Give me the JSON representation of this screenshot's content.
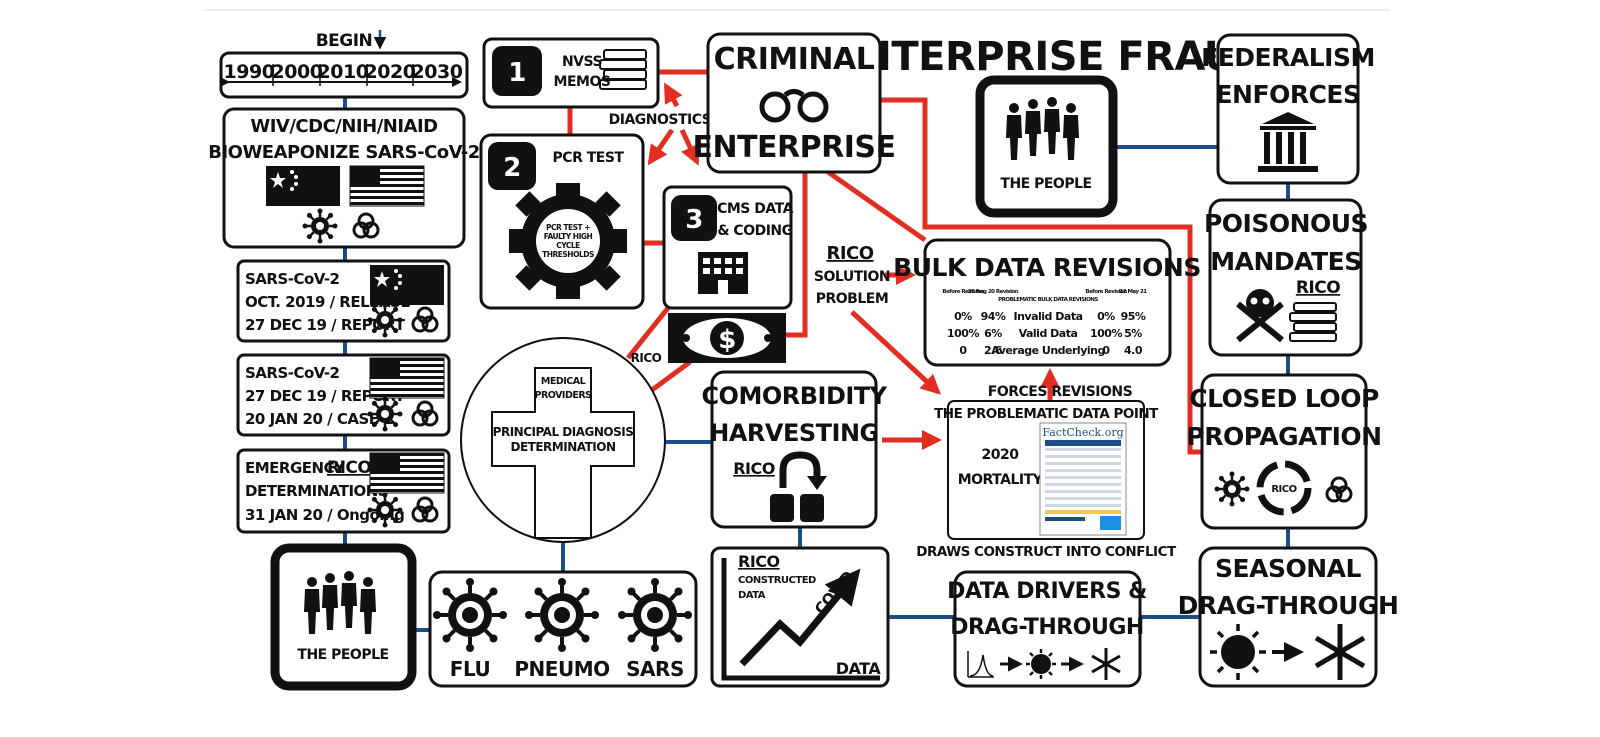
{
  "title": "ENTERPRISE FRAUD",
  "timeline": {
    "begin_label": "BEGIN",
    "years": [
      "1990",
      "2000",
      "2010",
      "2020",
      "2030"
    ]
  },
  "left_column": {
    "weaponize": {
      "line1": "WIV/CDC/NIH/NIAID",
      "line2": "BIOWEAPONIZE SARS-CoV-2"
    },
    "china_card": {
      "line1": "SARS-CoV-2",
      "line2": "OCT. 2019 / RELEASE",
      "line3": "27 DEC 19 / REPORT"
    },
    "usa_card": {
      "line1": "SARS-CoV-2",
      "line2": "27 DEC 19 / REPORT",
      "line3": "20 JAN 20 / CASE 1"
    },
    "emergency_card": {
      "line1": "EMERGENCY",
      "rico": "RICO",
      "line2": "DETERMINATIONS",
      "line3": "31 JAN 20 / Ongoing"
    },
    "people_bottom": "THE PEOPLE"
  },
  "steps": {
    "nvss": {
      "number": "1",
      "line1": "NVSS",
      "line2": "MEMOS"
    },
    "diagnostics": "DIAGNOSTICS",
    "pcr": {
      "number": "2",
      "label": "PCR TEST",
      "gear_line1": "PCR TEST +",
      "gear_line2": "FAULTY HIGH",
      "gear_line3": "CYCLE",
      "gear_line4": "THRESHOLDS"
    },
    "cms": {
      "number": "3",
      "line1": "CMS DATA",
      "line2": "& CODING"
    }
  },
  "criminal": {
    "line1": "CRIMINAL",
    "line2": "ENTERPRISE"
  },
  "people_top": "THE PEOPLE",
  "rico_problem": {
    "rico": "RICO",
    "solution": "SOLUTION",
    "problem": "PROBLEM"
  },
  "rico_small": "RICO",
  "medical": {
    "providers_line1": "MEDICAL",
    "providers_line2": "PROVIDERS",
    "diag_line1": "PRINCIPAL DIAGNOSIS",
    "diag_line2": "DETERMINATION"
  },
  "bulk": {
    "title": "BULK DATA REVISIONS",
    "head_left": [
      "Before Revision",
      "26 Aug 20 Revision"
    ],
    "head_center": "PROBLEMATIC BULK DATA REVISIONS",
    "head_right": [
      "Before Revision",
      "12 May 21"
    ],
    "rows": [
      {
        "a": "0%",
        "b": "94%",
        "label": "Invalid Data",
        "c": "0%",
        "d": "95%"
      },
      {
        "a": "100%",
        "b": "6%",
        "label": "Valid Data",
        "c": "100%",
        "d": "5%"
      },
      {
        "a": "0",
        "b": "2.6",
        "label": "Average Underlying",
        "c": "0",
        "d": "4.0"
      }
    ]
  },
  "forces": "FORCES REVISIONS",
  "problematic": {
    "title": "THE PROBLEMATIC DATA POINT",
    "year": "2020",
    "mortality": "MORTALITY",
    "factcheck": "FactCheck.org",
    "footer": "DRAWS CONSTRUCT INTO CONFLICT"
  },
  "comorbidity": {
    "line1": "COMORBIDITY",
    "line2": "HARVESTING",
    "rico": "RICO"
  },
  "constructed": {
    "rico": "RICO",
    "line1": "CONSTRUCTED",
    "line2": "DATA",
    "covid": "COVID",
    "data": "DATA"
  },
  "viruses": [
    "FLU",
    "PNEUMO",
    "SARS"
  ],
  "drivers": {
    "line1": "DATA DRIVERS &",
    "line2": "DRAG-THROUGH"
  },
  "federalism": {
    "line1": "FEDERALISM",
    "line2": "ENFORCES"
  },
  "poisonous": {
    "line1": "POISONOUS",
    "line2": "MANDATES",
    "rico": "RICO"
  },
  "closed_loop": {
    "line1": "CLOSED LOOP",
    "line2": "PROPAGATION",
    "rico": "RICO"
  },
  "seasonal": {
    "line1": "SEASONAL",
    "line2": "DRAG-THROUGH"
  }
}
